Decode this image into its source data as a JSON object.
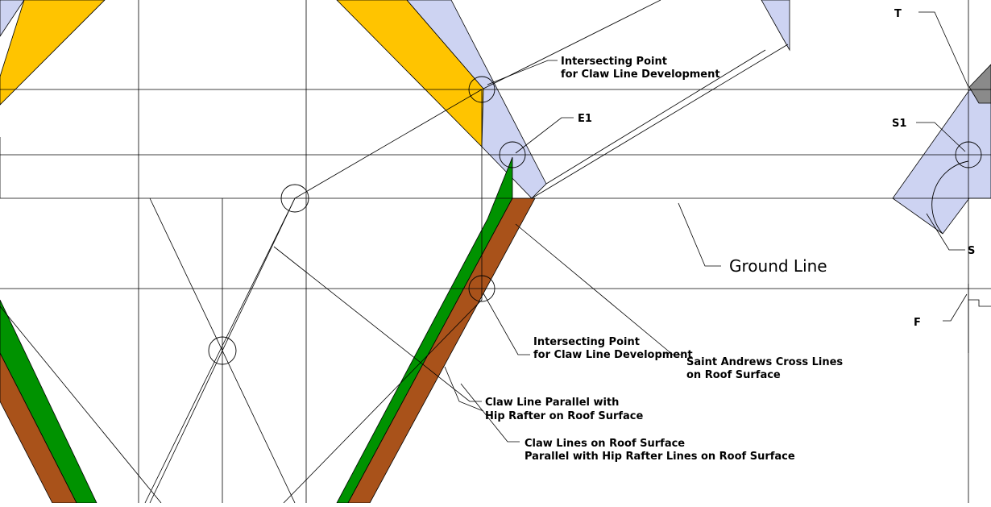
{
  "labels": {
    "intersect_top_1": "Intersecting Point",
    "intersect_top_2": "for Claw Line Development",
    "e1": "E1",
    "t": "T",
    "s1": "S1",
    "s": "S",
    "f": "F",
    "ground_line": "Ground Line",
    "intersect_low_1": "Intersecting Point",
    "intersect_low_2": "for Claw Line Development",
    "cross_1": "Saint Andrews Cross Lines",
    "cross_2": "on Roof Surface",
    "claw_parallel_1": "Claw Line Parallel with",
    "claw_parallel_2": "Hip Rafter on Roof Surface",
    "claw_lines_1": "Claw Lines on Roof Surface",
    "claw_lines_2": "Parallel with Hip Rafter Lines on Roof Surface"
  },
  "colors": {
    "rafter_blue": "#cdd3f2",
    "yellow": "#ffc400",
    "green": "#009200",
    "brown": "#a9521a",
    "grey": "#8a8a8a",
    "line": "#000000"
  }
}
